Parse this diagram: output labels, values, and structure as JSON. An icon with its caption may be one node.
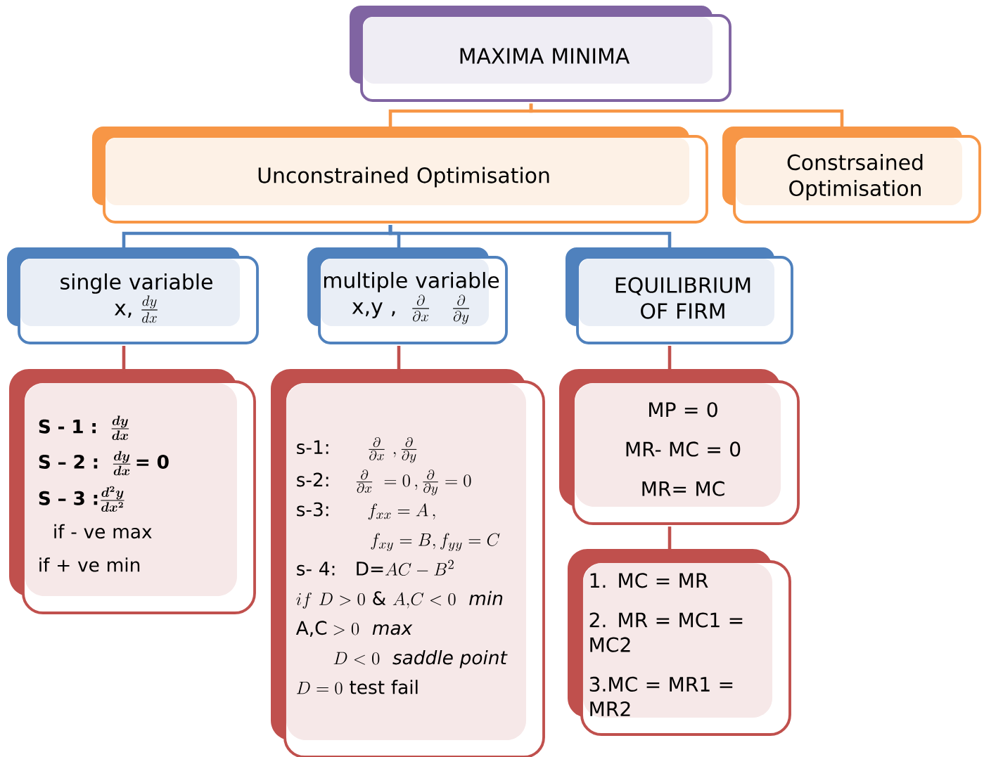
{
  "diagram": {
    "nodes": [
      {
        "text": [
          "MAXIMA MINIMA"
        ]
      },
      {
        "text": [
          "Unconstrained Optimisation"
        ]
      },
      {
        "text": [
          "Constrsained Optimisation"
        ]
      },
      {
        "text": [
          "single variable",
          "\\text{x, }\\frac{dy}{dx}"
        ]
      },
      {
        "text": [
          "multiple variable",
          "\\text{x,y , }\\ \\frac{\\partial}{\\partial x}\\quad\\frac{\\partial}{\\partial y}"
        ]
      },
      {
        "text": [
          "EQUILIBRIUM OF FIRM"
        ]
      },
      {
        "text": [
          "\\text{\\bfseries S - 1 :}\\ \\ \\boldsymbol{\\frac{dy}{dx}}",
          "\\text{\\bfseries S – 2 :}\\ \\ \\boldsymbol{\\frac{dy}{dx}}\\text{\\bfseries\\,= 0}",
          "\\text{\\bfseries S – 3 :}\\boldsymbol{\\frac{d^2y}{dx^2}}",
          "if - ve max",
          "if + ve min"
        ]
      },
      {
        "text": [
          "\\text{s-1:}\\qquad\\frac{\\partial}{\\partial x}\\ ,\\frac{\\partial}{\\partial y}",
          "\\text{s-2:}\\quad\\ \\frac{\\partial}{\\partial x}\\;=0\\,,\\frac{\\partial}{\\partial y}=0",
          "\\text{s-3:}\\qquad f_{xx}=A\\,,",
          "f_{xy}=B, f_{yy}=C",
          "\\text{s- 4:}\\quad\\text{D=}AC-B^2",
          "if\\ D>0\\ \\&\\ A{,}C<0\\ \\ \\text{\\itshape min}",
          "\\text{A,C}>0\\ \\ \\text{\\itshape max}",
          "D<0\\ \\ \\mathit{saddle\\ point}",
          "D=0\\ \\text{test fail}"
        ]
      },
      {
        "text": [
          "MP = 0",
          "MR- MC = 0",
          "MR= MC"
        ]
      },
      {
        "text": [
          "1. MC = MR",
          "2. MR = MC1 = MC2",
          "3.MC = MR1 = MR2"
        ]
      }
    ],
    "edges": [
      {
        "from": 0,
        "to": 1,
        "arrow": "none",
        "color": "#f79646"
      },
      {
        "from": 0,
        "to": 2,
        "arrow": "none",
        "color": "#f79646"
      },
      {
        "from": 1,
        "to": 3,
        "arrow": "none",
        "color": "#4f81bd"
      },
      {
        "from": 1,
        "to": 4,
        "arrow": "none",
        "color": "#4f81bd"
      },
      {
        "from": 1,
        "to": 5,
        "arrow": "none",
        "color": "#4f81bd"
      },
      {
        "from": 3,
        "to": 6,
        "arrow": "none"
      },
      {
        "from": 4,
        "to": 7,
        "arrow": "none"
      },
      {
        "from": 5,
        "to": 8,
        "arrow": "none"
      },
      {
        "from": 8,
        "to": 9,
        "arrow": "none"
      }
    ]
  }
}
